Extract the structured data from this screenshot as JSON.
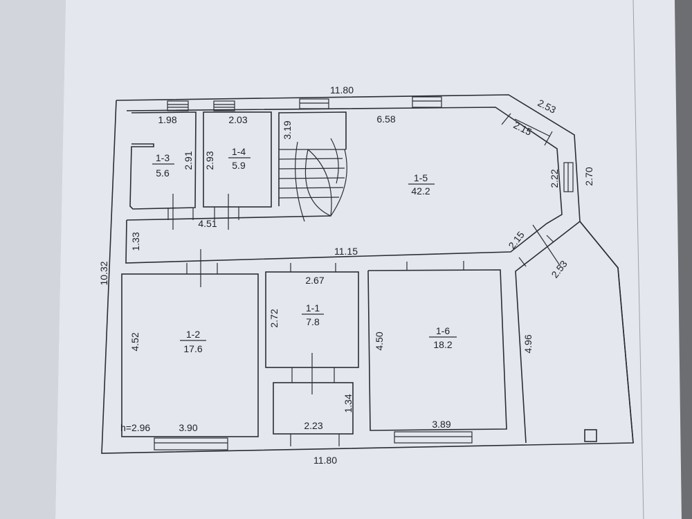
{
  "colors": {
    "paper": "#e4e7ee",
    "line": "#2a2d35",
    "background": "#bfc3cc"
  },
  "rooms": [
    {
      "id": "1-3",
      "area": "5.6"
    },
    {
      "id": "1-4",
      "area": "5.9"
    },
    {
      "id": "1-5",
      "area": "42.2"
    },
    {
      "id": "1-2",
      "area": "17.6"
    },
    {
      "id": "1-1",
      "area": "7.8"
    },
    {
      "id": "1-6",
      "area": "18.2"
    }
  ],
  "dims": {
    "top": "11.80",
    "bottom": "11.80",
    "left": "10.32",
    "r13w": "1.98",
    "r13h": "2.91",
    "r14w": "2.03",
    "r14h": "2.93",
    "stair": "3.19",
    "r15w": "6.58",
    "bayOut1": "2.53",
    "bayIn1": "2.15",
    "bayIn2": "2.22",
    "bayOut2": "2.70",
    "bayIn3": "2.15",
    "bayOut3": "2.53",
    "corrW": "4.51",
    "corrH": "1.33",
    "corr2": "11.15",
    "r11w": "2.67",
    "r11h": "2.72",
    "r12h": "4.52",
    "r16h": "4.50",
    "eastH": "4.96",
    "smallH": "1.34",
    "smallW": "2.23",
    "r12w": "3.90",
    "r16w": "3.89",
    "height": "h=2.96"
  }
}
